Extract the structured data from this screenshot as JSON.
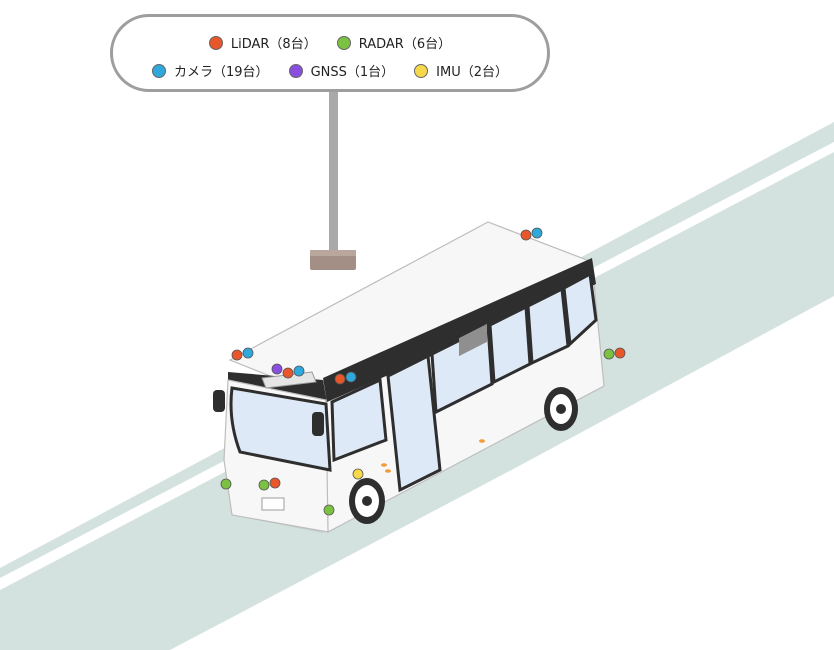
{
  "legend": {
    "items": [
      {
        "label": "LiDAR（8台）",
        "color": "#e8562a"
      },
      {
        "label": "RADAR（6台）",
        "color": "#7cc242"
      },
      {
        "label": "カメラ（19台）",
        "color": "#2fa8dc"
      },
      {
        "label": "GNSS（1台）",
        "color": "#8a4ee0"
      },
      {
        "label": "IMU（2台）",
        "color": "#f6d84a"
      }
    ]
  },
  "colors": {
    "road": "#d4e2df",
    "body": "#f7f7f7",
    "window": "#dde9f6",
    "belt": "#2e2e2e",
    "pole": "#a9a9a9",
    "pole_base": "#a38f85"
  }
}
